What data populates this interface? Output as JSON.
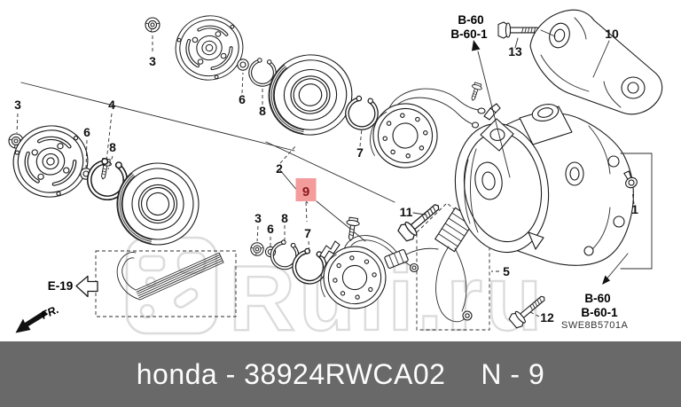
{
  "diagram": {
    "callouts": [
      "1",
      "2",
      "3",
      "3",
      "3",
      "4",
      "5",
      "6",
      "6",
      "6",
      "7",
      "7",
      "8",
      "8",
      "8",
      "10",
      "11",
      "12",
      "13"
    ],
    "highlighted_callout": {
      "label": "9",
      "bg_color": "#F49B9B",
      "text_color": "#8B191B"
    },
    "refs": {
      "b60_top_line1": "B-60",
      "b60_top_line2": "B-60-1",
      "b60_bottom_line1": "B-60",
      "b60_bottom_line2": "B-60-1",
      "belt_ref": "E-19",
      "front_ref": "FR."
    },
    "drawing_code": "SWE8B5701A",
    "watermark": "Ruli.ru"
  },
  "caption": {
    "left": "honda - 38924RWCA02",
    "right": "N - 9",
    "bar_color": "#696969",
    "text_color": "#FFFFFF"
  }
}
